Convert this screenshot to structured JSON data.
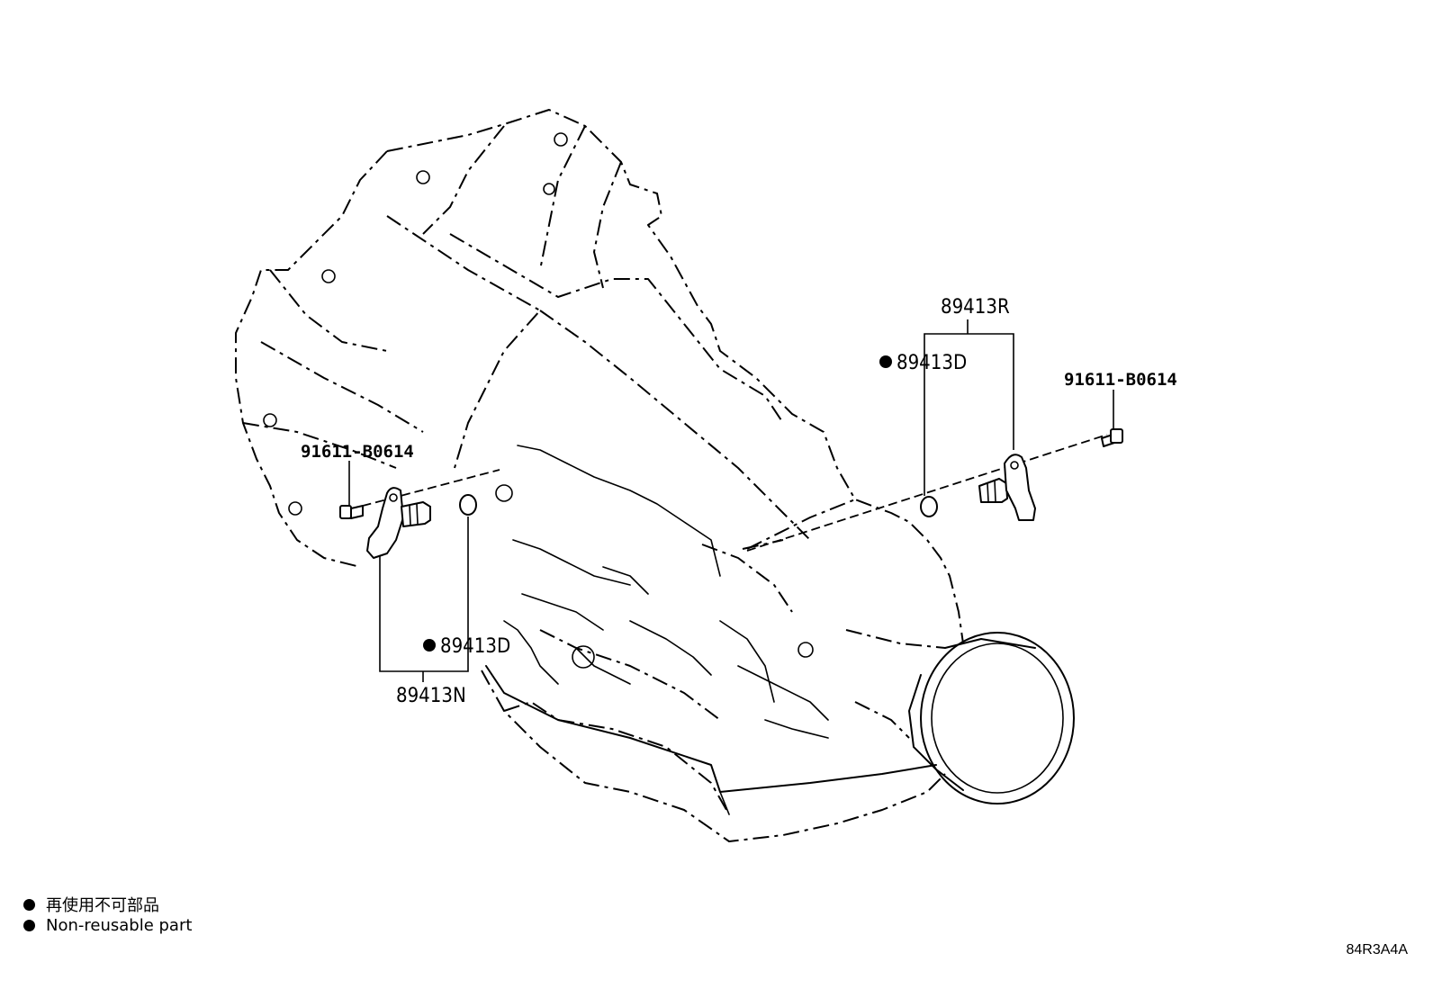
{
  "labels": {
    "sensor_right": "89413R",
    "seal_right": "89413D",
    "bolt_right": "91611-B0614",
    "bolt_left": "91611-B0614",
    "seal_left": "89413D",
    "sensor_left": "89413N"
  },
  "legend": {
    "non_reusable_jp": "再使用不可部品",
    "non_reusable_en": "Non-reusable part"
  },
  "diagram_code": "84R3A4A"
}
